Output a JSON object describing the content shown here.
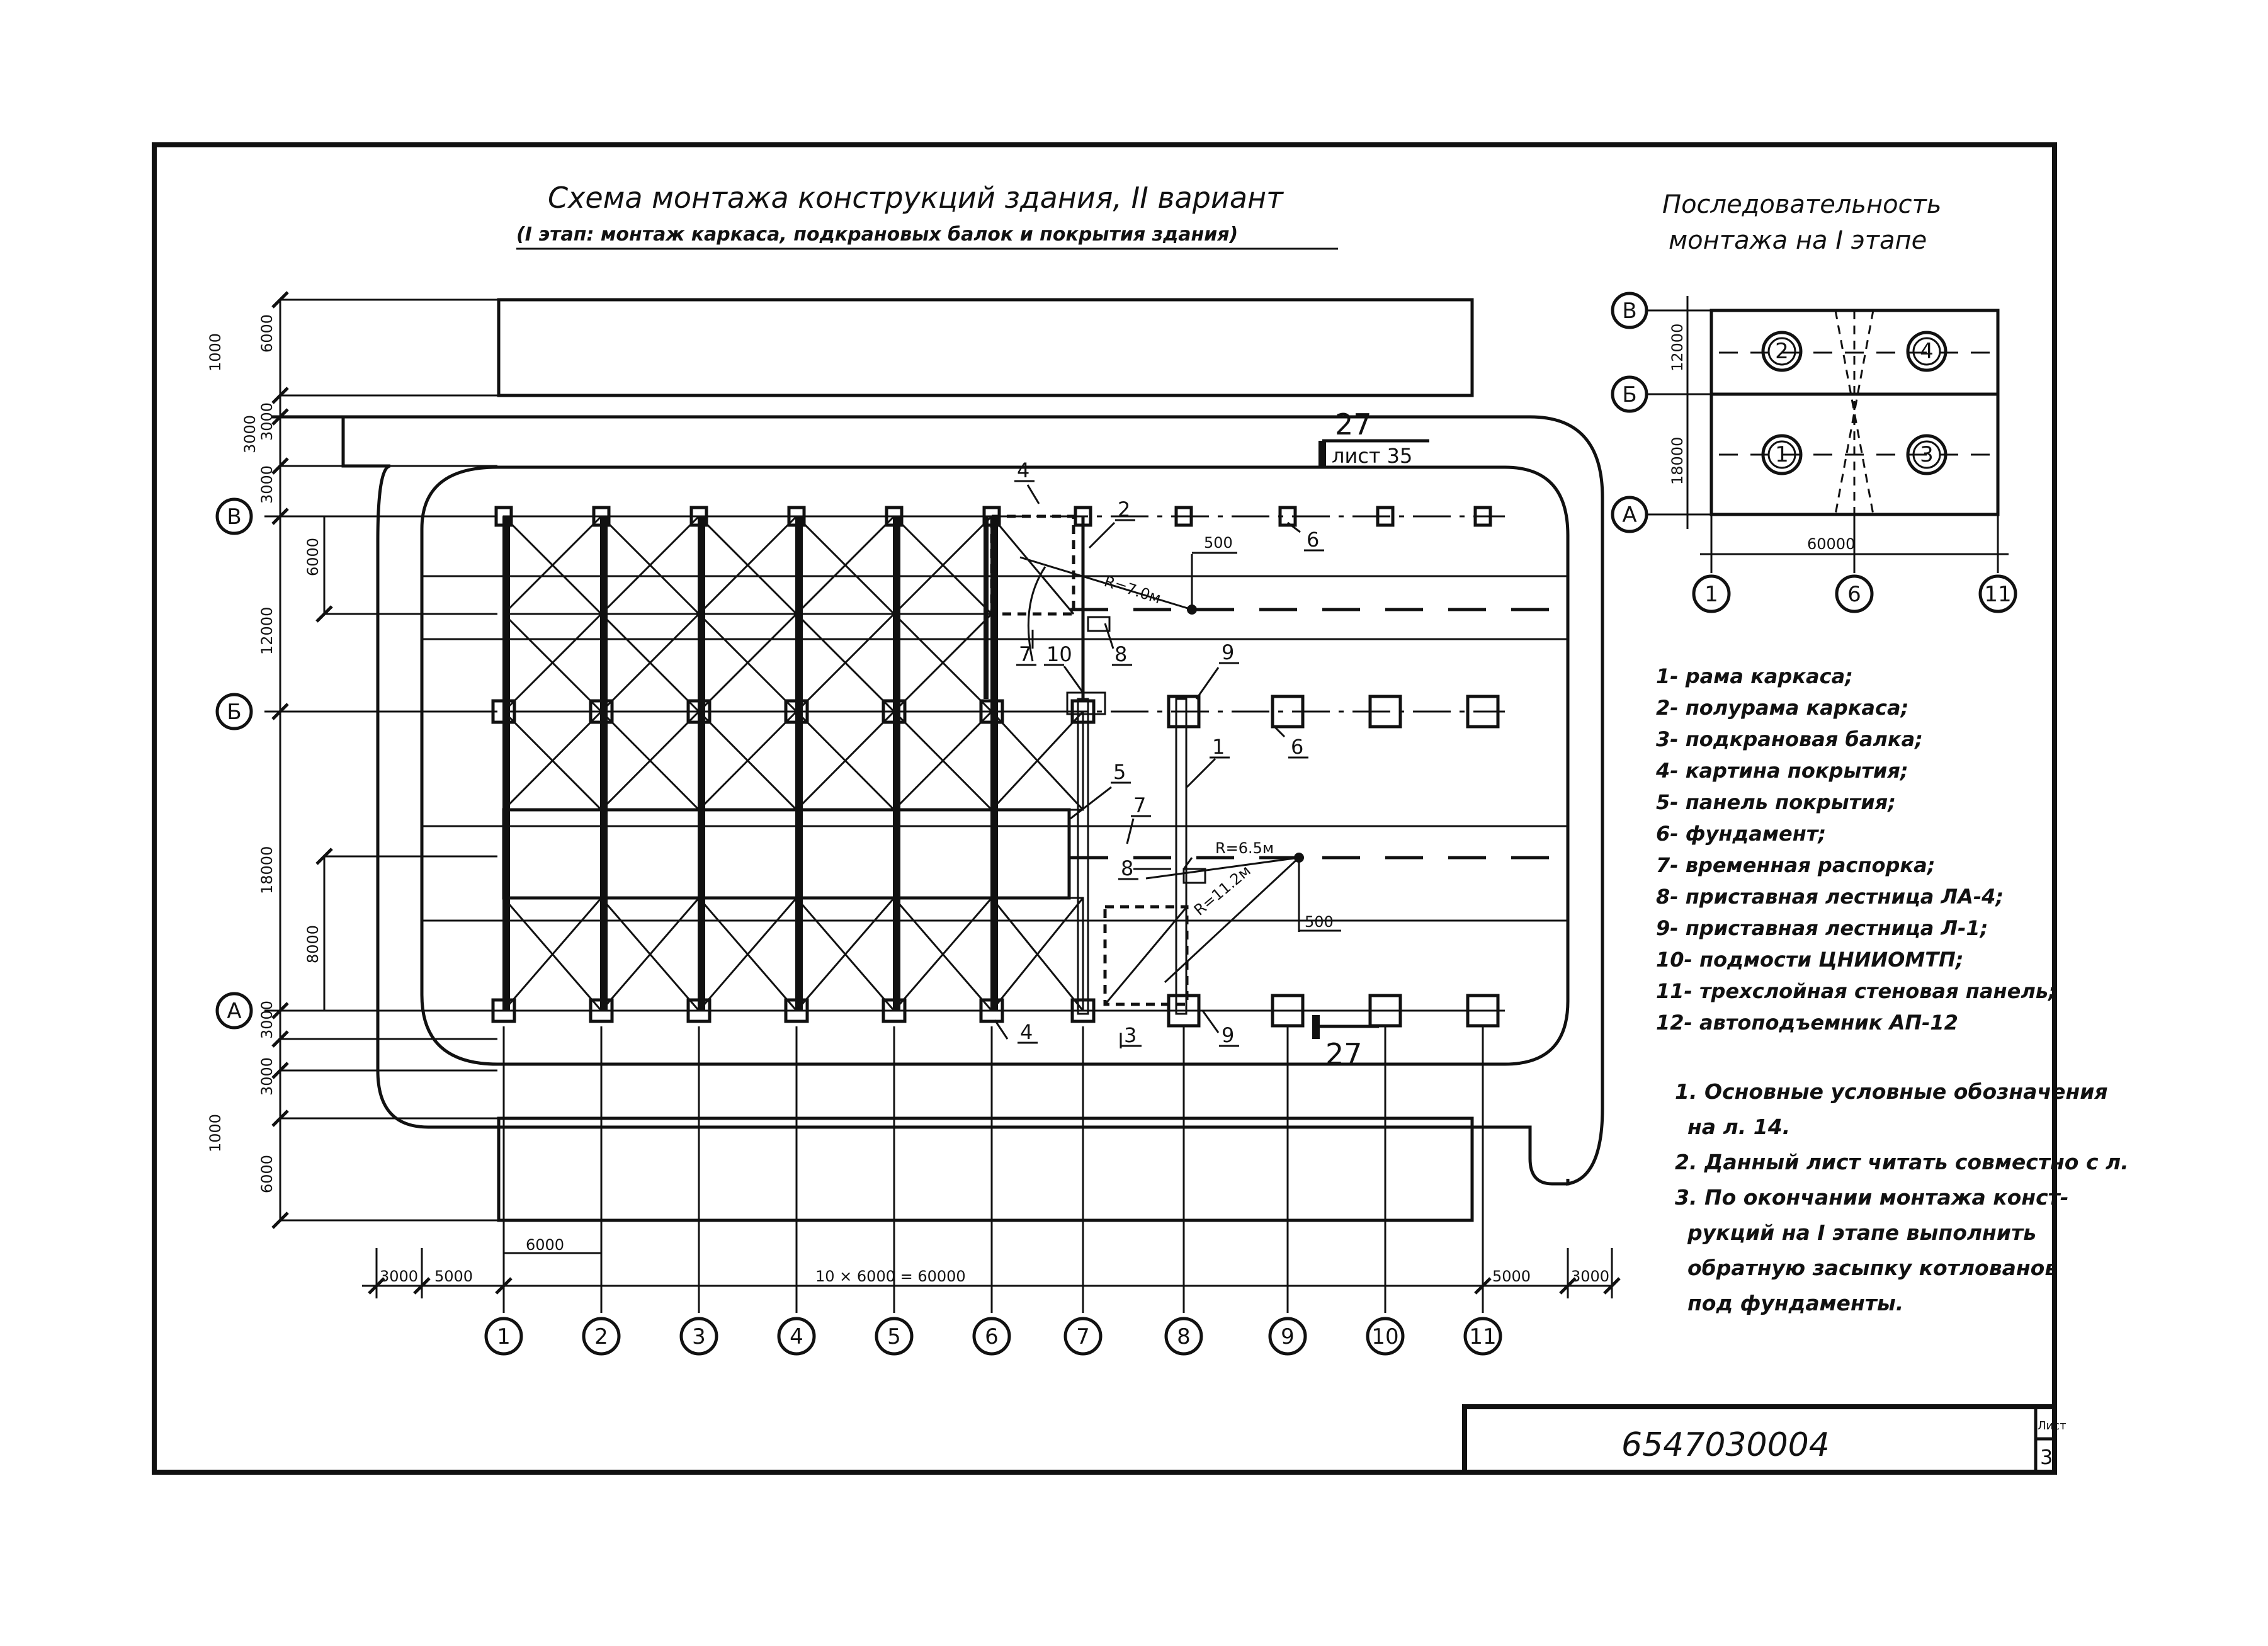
{
  "title": "Схема монтажа конструкций здания, II вариант",
  "subtitle": "(I этап: монтаж каркаса, подкрановых балок и покрытия здания)",
  "sequence_title": [
    "Последовательность",
    "монтажа на I этапе"
  ],
  "row_axes": [
    "В",
    "Б",
    "А"
  ],
  "column_axes": [
    "1",
    "2",
    "3",
    "4",
    "5",
    "6",
    "7",
    "8",
    "9",
    "10",
    "11"
  ],
  "seq_column_axes": [
    "1",
    "6",
    "11"
  ],
  "seq_cells": [
    "2",
    "4",
    "1",
    "3"
  ],
  "seq_dims": {
    "top": "12000",
    "bottom": "18000",
    "width": "60000"
  },
  "dims": {
    "left_top_6000": "6000",
    "left_top_1000": "1000",
    "left_3000a": "3000",
    "left_3000b": "3000",
    "left_3000c": "3000",
    "left_6000_inner": "6000",
    "left_12000": "12000",
    "left_18000": "18000",
    "left_8000": "8000",
    "left_bot_3000a": "3000",
    "left_bot_3000b": "3000",
    "left_bot_1000": "1000",
    "left_bot_6000": "6000",
    "bay_6000": "6000",
    "bottom_3000_left": "3000",
    "bottom_5000_left": "5000",
    "bottom_total": "10 × 6000 = 60000",
    "bottom_5000_right": "5000",
    "bottom_3000_right": "3000",
    "offset_500_top": "500",
    "offset_500_bot": "500",
    "radius_top": "R=7.0м",
    "radius_mid": "R=6.5м",
    "radius_bot": "R=11.2м"
  },
  "section_mark": {
    "number": "27",
    "sheet": "лист 35",
    "number_bottom": "27"
  },
  "callouts": {
    "c4_top": "4",
    "c2": "2",
    "c6_top": "6",
    "c7_top": "7",
    "c10": "10",
    "c8_top": "8",
    "c9_top": "9",
    "c1": "1",
    "c6_mid": "6",
    "c5": "5",
    "c7_mid": "7",
    "c8_mid": "8",
    "c4_bot": "4",
    "c3": "3",
    "c9_bot": "9"
  },
  "legend": [
    "1- рама каркаса;",
    "2- полурама каркаса;",
    "3- подкрановая балка;",
    "4- картина покрытия;",
    "5- панель покрытия;",
    "6- фундамент;",
    "7- временная распорка;",
    "8- приставная лестница ЛА-4;",
    "9- приставная лестница Л-1;",
    "10- подмости ЦНИИОМТП;",
    "11- трехслойная стеновая панель;",
    "12- автоподъемник АП-12"
  ],
  "notes": [
    "1. Основные условные обозначения",
    "на л. 14.",
    "2. Данный лист читать совместно с л.",
    "3. По окончании монтажа конст-",
    "рукций на I этапе выполнить",
    "обратную засыпку котлованов",
    "под фундаменты."
  ],
  "stamp": {
    "code": "6547030004",
    "sheet_label": "Лист",
    "sheet_number": "3"
  }
}
